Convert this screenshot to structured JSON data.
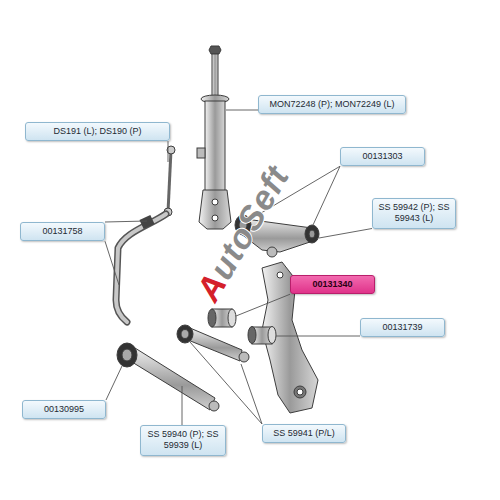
{
  "diagram": {
    "nodes": [
      {
        "text": [
          "MON72248 (P);  MON72249 (L)"
        ]
      },
      {
        "text": [
          "DS191 (L);  DS190 (P)"
        ]
      },
      {
        "text": [
          "00131303"
        ]
      },
      {
        "text": [
          "SS 59942 (P); SS 59943 (L)"
        ]
      },
      {
        "text": [
          "00131758"
        ]
      },
      {
        "text": [
          "00131340"
        ]
      },
      {
        "text": [
          "00131739"
        ]
      },
      {
        "text": [
          "00130995"
        ]
      },
      {
        "text": [
          "SS 59940 (P); SS 59939 (L)"
        ]
      },
      {
        "text": [
          "SS 59941 (P/L)"
        ]
      }
    ],
    "labels": [
      "AutoSeft"
    ]
  }
}
